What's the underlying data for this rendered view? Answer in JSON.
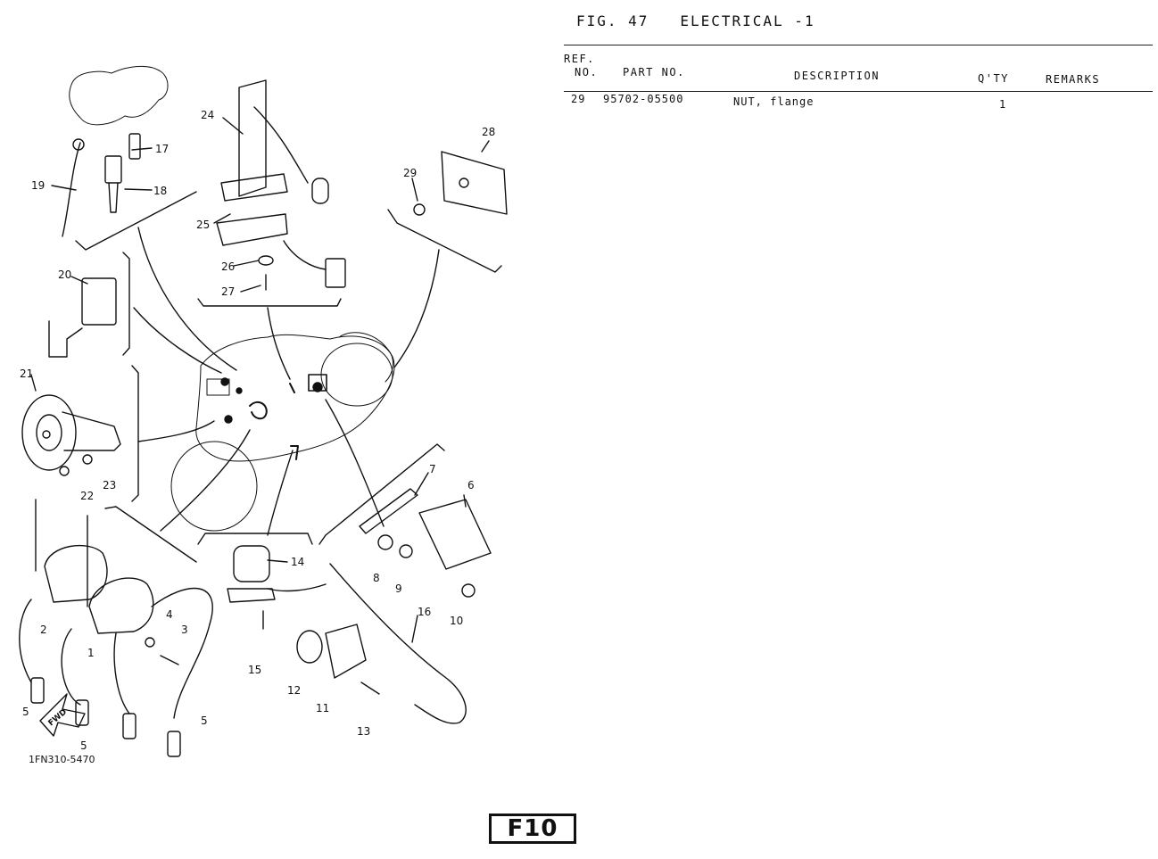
{
  "figure": {
    "number_label": "FIG. 47",
    "title": "ELECTRICAL -1"
  },
  "table": {
    "headers": {
      "ref_line1": "REF.",
      "ref_line2": "NO.",
      "part_no": "PART NO.",
      "description": "DESCRIPTION",
      "qty": "Q'TY",
      "remarks": "REMARKS"
    },
    "rows": [
      {
        "ref": "29",
        "part_no": "95702-05500",
        "description": "NUT, flange",
        "qty": "1",
        "remarks": ""
      }
    ]
  },
  "diagram": {
    "catalog_code": "1FN310-5470",
    "fwd_label": "FWD",
    "callouts": [
      "2",
      "3",
      "4",
      "5",
      "6",
      "7",
      "8",
      "9",
      "10",
      "11",
      "12",
      "13",
      "14",
      "15",
      "16",
      "17",
      "18",
      "19",
      "20",
      "21",
      "22",
      "23",
      "24",
      "25",
      "26",
      "27",
      "28",
      "29",
      "1"
    ]
  },
  "page_code": "F10"
}
